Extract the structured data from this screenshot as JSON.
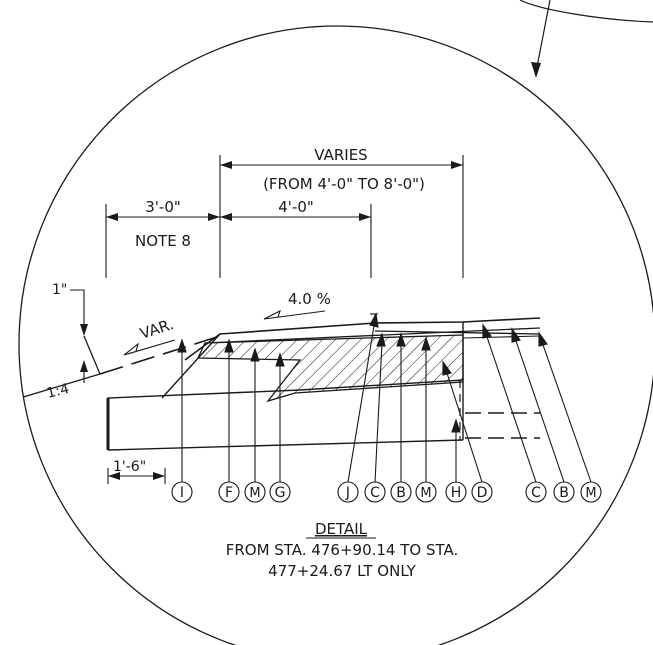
{
  "dimensions": {
    "varies": "VARIES",
    "varies_range": "(FROM 4'-0\" TO 8'-0\")",
    "width_3ft": "3'-0\"",
    "note": "NOTE 8",
    "width_4ft": "4'-0\"",
    "one_inch": "1\"",
    "slope_ratio": "1:4",
    "var": "VAR.",
    "cross_slope": "4.0 %",
    "offset_1ft6": "1'-6\""
  },
  "callouts": [
    {
      "letter": "I"
    },
    {
      "letter": "F"
    },
    {
      "letter": "M"
    },
    {
      "letter": "G"
    },
    {
      "letter": "J"
    },
    {
      "letter": "C"
    },
    {
      "letter": "B"
    },
    {
      "letter": "M"
    },
    {
      "letter": "H"
    },
    {
      "letter": "D"
    },
    {
      "letter": "C"
    },
    {
      "letter": "B"
    },
    {
      "letter": "M"
    }
  ],
  "detail": {
    "title": "DETAIL",
    "line1": "FROM STA. 476+90.14 TO STA.",
    "line2": "477+24.67 LT ONLY"
  }
}
